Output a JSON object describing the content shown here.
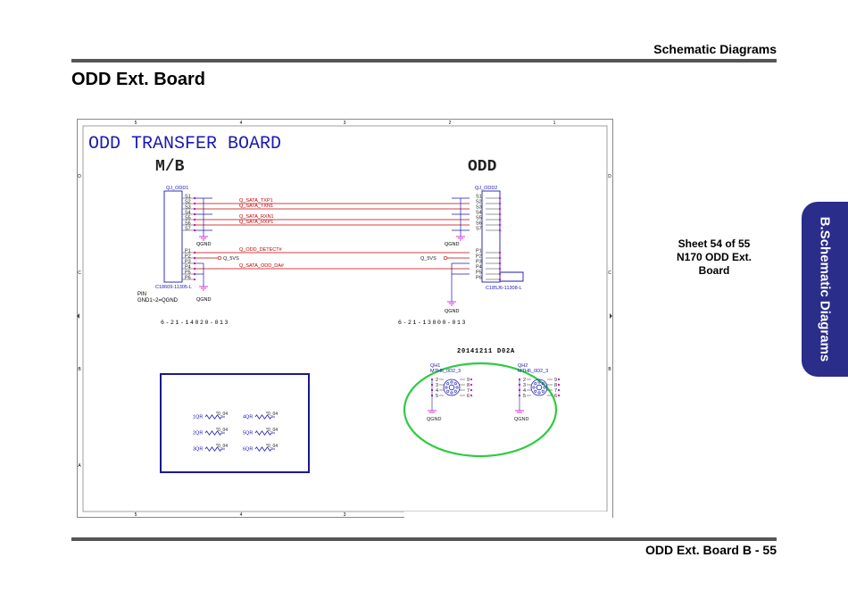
{
  "header": {
    "section_title": "Schematic  Diagrams"
  },
  "page": {
    "title": "ODD Ext. Board"
  },
  "sidebar_tab": {
    "label": "B.Schematic Diagrams",
    "color": "#2a2d8a"
  },
  "sheet_info": {
    "line1": "Sheet 54 of 55",
    "line2": "N170 ODD Ext.",
    "line3": "Board"
  },
  "footer": {
    "label": "ODD Ext. Board  B  -  55"
  },
  "schematic": {
    "title": "ODD TRANSFER BOARD",
    "mb_label": "M/B",
    "odd_label": "ODD",
    "col_markers": [
      "5",
      "4",
      "3",
      "2",
      "1"
    ],
    "row_markers": [
      "D",
      "C",
      "B",
      "A"
    ],
    "left_connector": {
      "ref": "QJ_ODD1",
      "part": "C18609-11305-L",
      "pn": "6-21-14020-013",
      "pin_note_1": "PIN",
      "pin_note_2": "GND1~2=QGND",
      "s_pins": [
        "S1",
        "S2",
        "S3",
        "S4",
        "S5",
        "S6",
        "S7"
      ],
      "p_pins": [
        "P1",
        "P2",
        "P3",
        "P4",
        "P5",
        "P6"
      ]
    },
    "right_connector": {
      "ref": "QJ_ODD2",
      "part": "C185J6-11308-L",
      "pn": "6-21-13800-013",
      "s_pins": [
        "S1",
        "S2",
        "S3",
        "S4",
        "S5",
        "S6",
        "S7"
      ],
      "p_pins": [
        "P1",
        "P2",
        "P3",
        "P4",
        "P5",
        "P6"
      ]
    },
    "nets": [
      "Q_SATA_TXP1",
      "Q_SATA_TXN1",
      "Q_SATA_RXN1",
      "Q_SATA_RXP1",
      "Q_ODD_DETECT#",
      "Q_SATA_ODD_DA#"
    ],
    "power_left": "Q_5VS",
    "power_right": "Q_5VS",
    "gnd": "QGND",
    "revision": "20141211 D02A",
    "mounting_holes": [
      {
        "ref": "QH1",
        "part": "MTH6_0D2_3",
        "pins_left": [
          "2",
          "3",
          "4",
          "5"
        ],
        "pins_right": [
          "9",
          "8",
          "7",
          "6"
        ]
      },
      {
        "ref": "QH2",
        "part": "MTH6_0D2_3",
        "pins_left": [
          "2",
          "3",
          "4",
          "5"
        ],
        "pins_right": [
          "9",
          "8",
          "7",
          "6"
        ]
      }
    ],
    "resistors": [
      {
        "ref": "1QR",
        "value": "*0_04"
      },
      {
        "ref": "4QR",
        "value": "*0_04"
      },
      {
        "ref": "2QR",
        "value": "*0_04"
      },
      {
        "ref": "5QR",
        "value": "*0_04"
      },
      {
        "ref": "3QR",
        "value": "*0_04"
      },
      {
        "ref": "6QR",
        "value": "*0_04"
      }
    ],
    "colors": {
      "wire": "#c00000",
      "label": "#1a1ab4",
      "pin_dot": "#d000d0",
      "highlight": "#2ecc40",
      "box": "#1a1a8c"
    }
  }
}
